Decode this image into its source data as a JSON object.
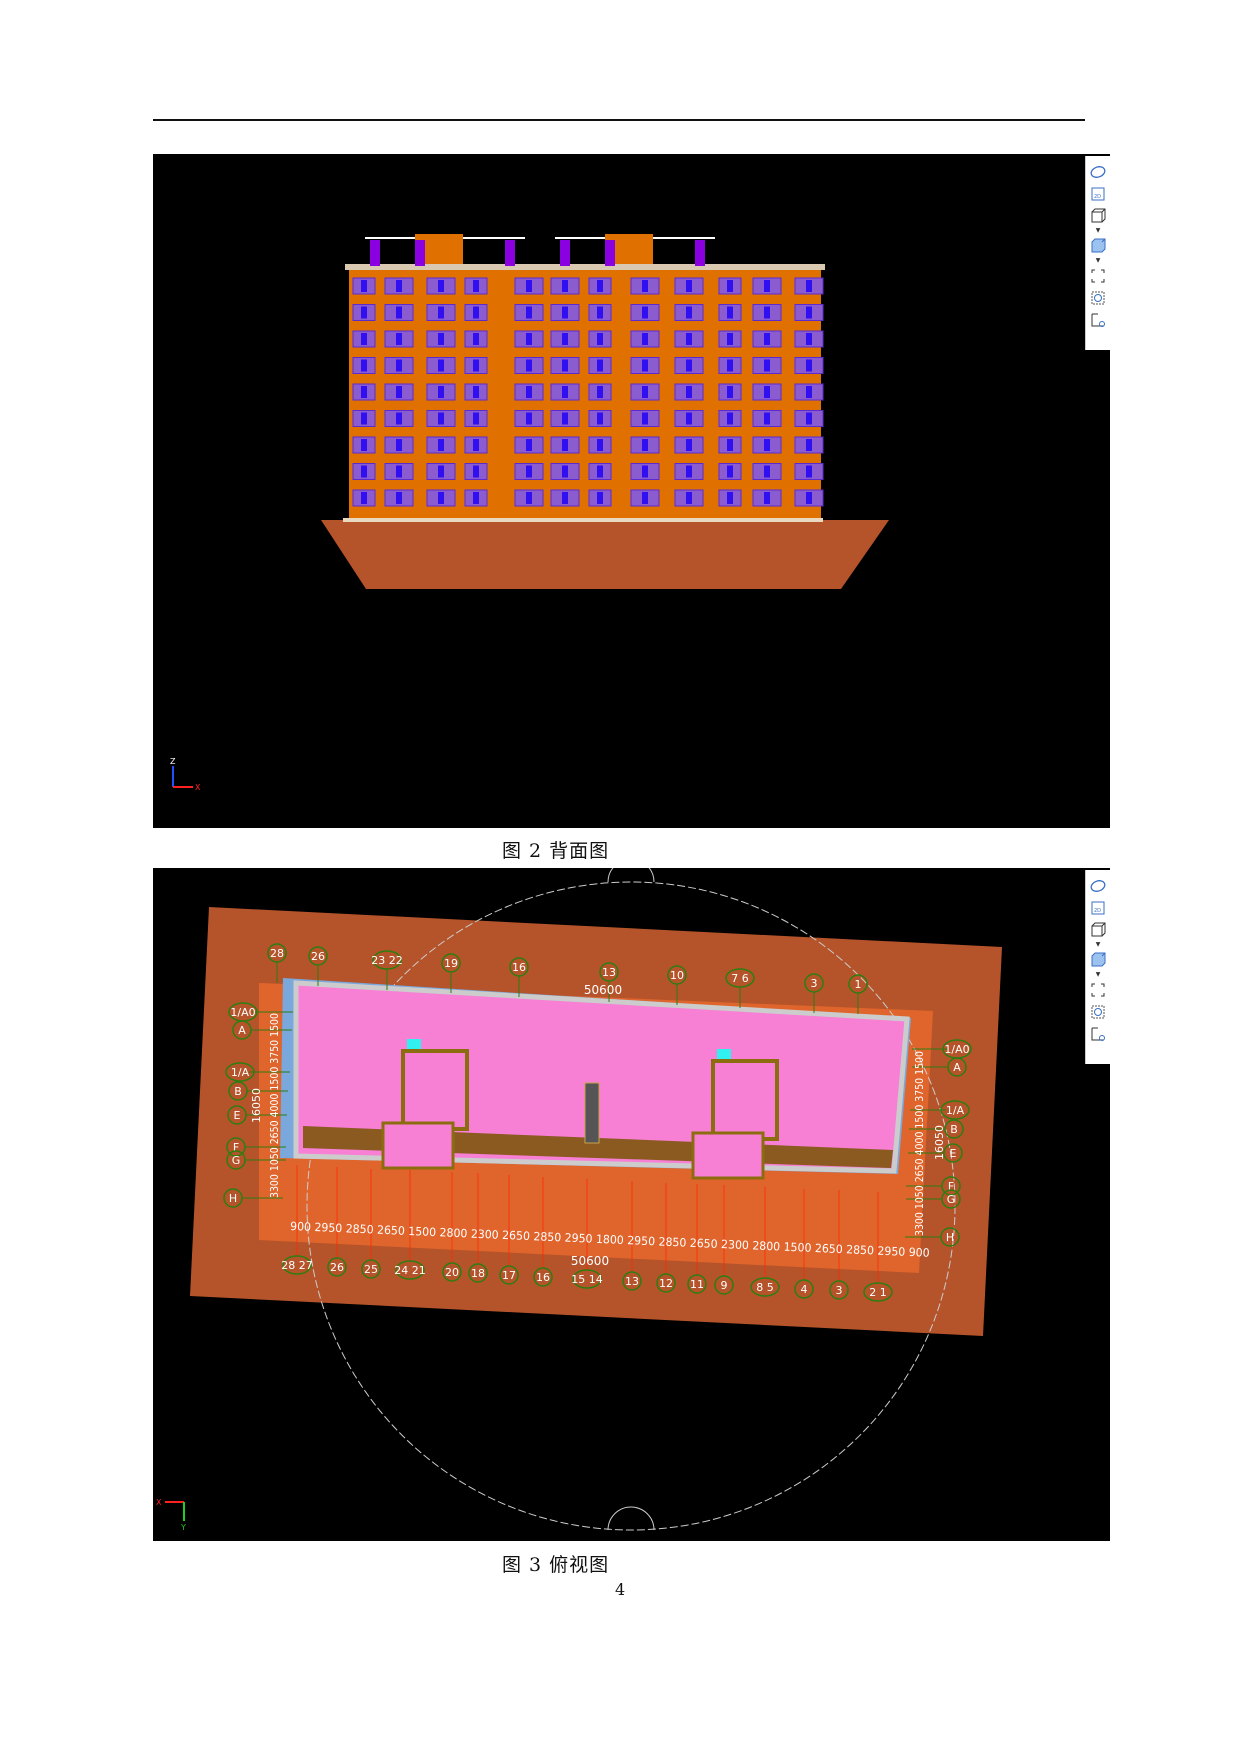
{
  "figures": [
    {
      "caption": "图 2 背面图",
      "view": "back-elevation",
      "axes": {
        "up": "Z",
        "right": "X"
      }
    },
    {
      "caption": "图 3 俯视图",
      "view": "top-plan",
      "axes": {
        "left": "X",
        "down": "Y"
      }
    }
  ],
  "page_number": "4",
  "toolbar": {
    "icons": [
      "orbit-icon",
      "2d-view-icon",
      "wireframe-cube-icon",
      "shaded-cube-icon",
      "zoom-extents-icon",
      "zoom-window-icon",
      "section-view-icon"
    ],
    "twod_label": "2D"
  },
  "plan": {
    "top_axes": [
      "28",
      "26",
      "23 22",
      "19",
      "16",
      "13",
      "10",
      "7 6",
      "3",
      "1"
    ],
    "top_total": "50600",
    "bottom_axes": [
      "28 27",
      "26",
      "25",
      "24 21",
      "20",
      "18",
      "17",
      "16",
      "15 14",
      "13",
      "12",
      "11",
      "9",
      "8 5",
      "4",
      "3",
      "2 1"
    ],
    "bottom_dims": "900 2950 2850 2650 1500 2800 2300 2650 2850 2950 1800 2950 2850 2650 2300 2800 1500 2650 2850 2950 900",
    "bottom_total": "50600",
    "left_axes": [
      "1/A0",
      "A",
      "1/A",
      "B",
      "E",
      "F",
      "G",
      "H"
    ],
    "right_axes": [
      "1/A0",
      "A",
      "1/A",
      "B",
      "E",
      "F",
      "G",
      "H"
    ],
    "side_dims": "3300 1050 2650 4000 1500 3750 1500",
    "side_total": "16050"
  },
  "colors": {
    "facade": "#e07000",
    "window": "#8a5cd0",
    "base": "#b5542a",
    "roof": "#f77fd4",
    "grid": "#2e7d10"
  }
}
